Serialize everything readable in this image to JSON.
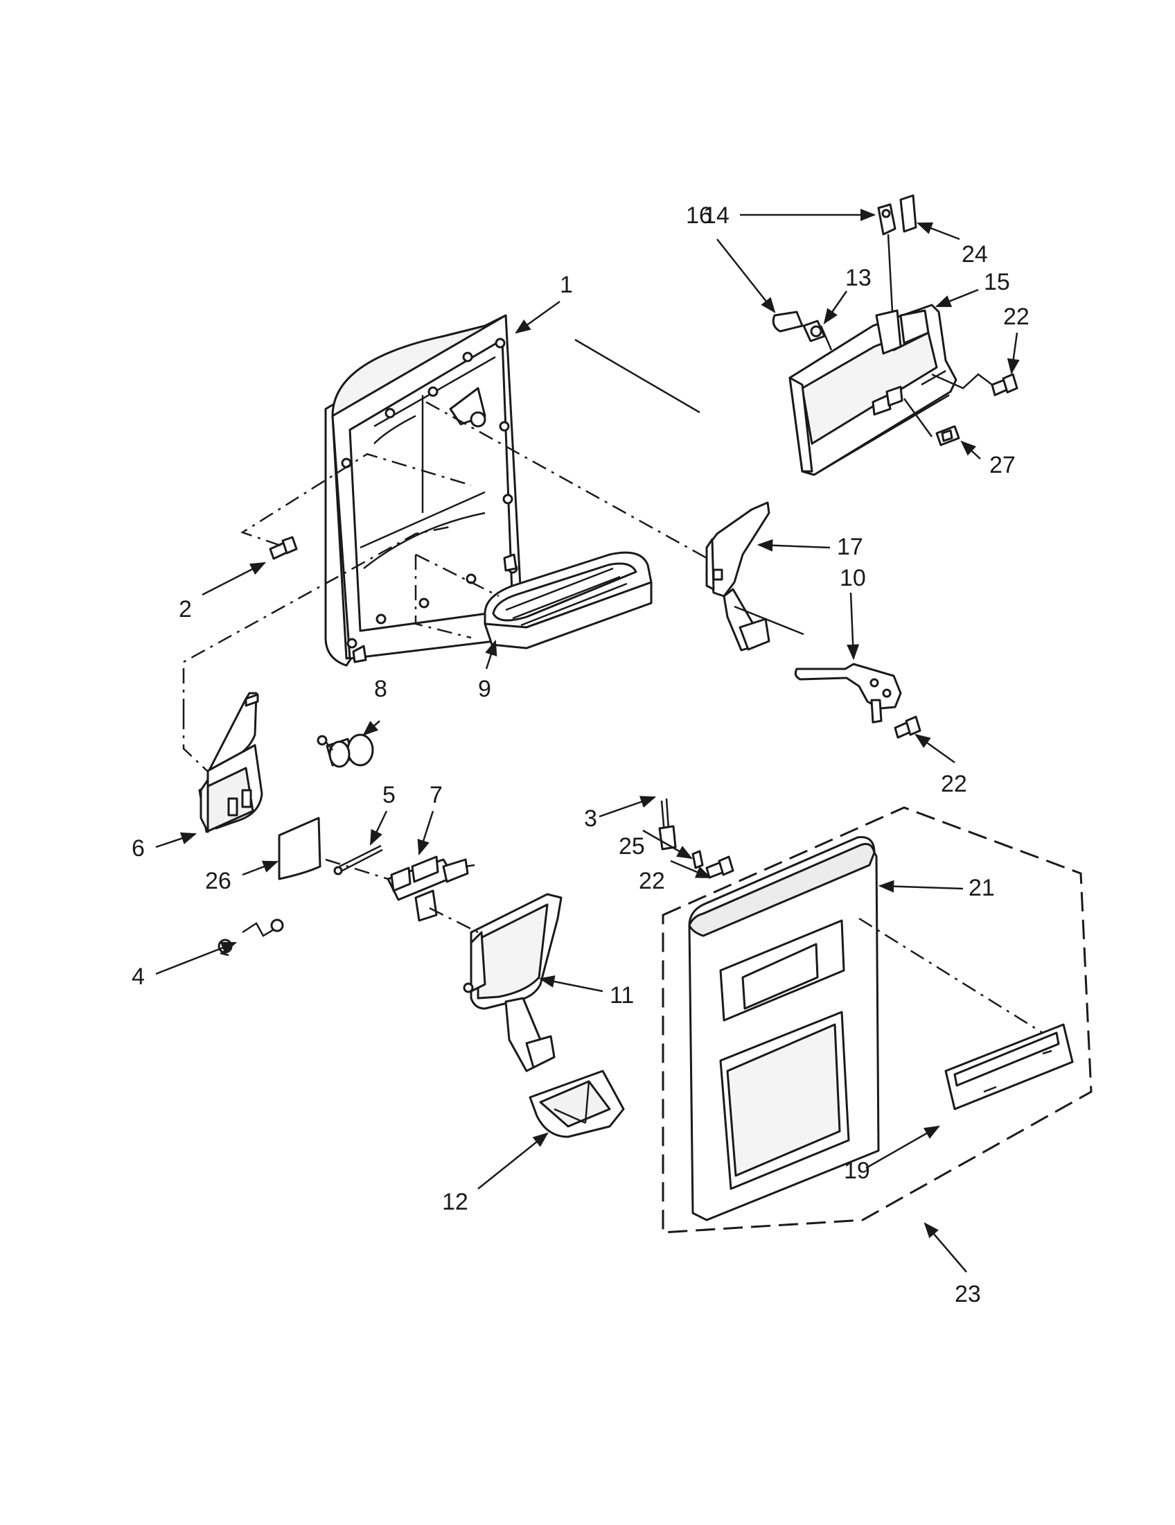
{
  "callouts": {
    "c1": "1",
    "c2": "2",
    "c3": "3",
    "c4": "4",
    "c5": "5",
    "c6": "6",
    "c7": "7",
    "c8": "8",
    "c9": "9",
    "c10": "10",
    "c11": "11",
    "c12": "12",
    "c13": "13",
    "c14": "14",
    "c15": "15",
    "c16": "16",
    "c17": "17",
    "c19": "19",
    "c21": "21",
    "c22a": "22",
    "c22b": "22",
    "c22c": "22",
    "c23": "23",
    "c24": "24",
    "c25": "25",
    "c26": "26",
    "c27": "27"
  }
}
